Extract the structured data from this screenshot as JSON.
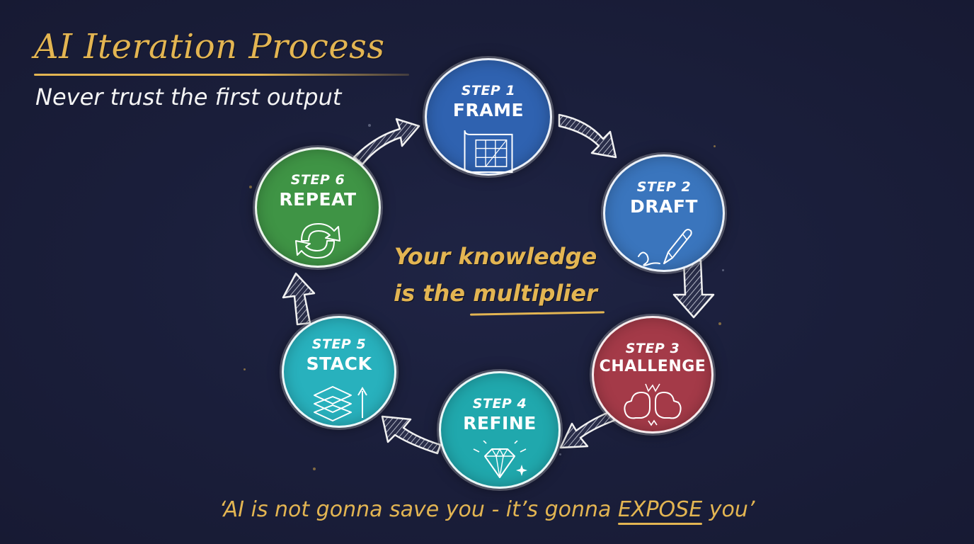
{
  "header": {
    "title": "AI Iteration Process",
    "subtitle": "Never trust the first output"
  },
  "center": {
    "line1": "Your knowledge",
    "line2_prefix": "is the ",
    "line2_emphasis": "multiplier"
  },
  "steps": [
    {
      "number": "STEP 1",
      "name": "FRAME",
      "icon": "blueprint-icon",
      "color": "#2f62b0"
    },
    {
      "number": "STEP 2",
      "name": "DRAFT",
      "icon": "pencil-icon",
      "color": "#3a75bd"
    },
    {
      "number": "STEP 3",
      "name": "CHALLENGE",
      "icon": "boxing-gloves-icon",
      "color": "#a43a48"
    },
    {
      "number": "STEP 4",
      "name": "REFINE",
      "icon": "diamond-icon",
      "color": "#20a8ad"
    },
    {
      "number": "STEP 5",
      "name": "STACK",
      "icon": "layers-icon",
      "color": "#28b1bd"
    },
    {
      "number": "STEP 6",
      "name": "REPEAT",
      "icon": "refresh-cycle-icon",
      "color": "#3f9445"
    }
  ],
  "quote": {
    "prefix": "‘AI is not gonna save you - it’s gonna ",
    "emphasis": "EXPOSE",
    "suffix": " you’"
  },
  "colors": {
    "background": "#1a1e3a",
    "accent_gold": "#e3b552",
    "text_white": "#f4f4f4"
  }
}
